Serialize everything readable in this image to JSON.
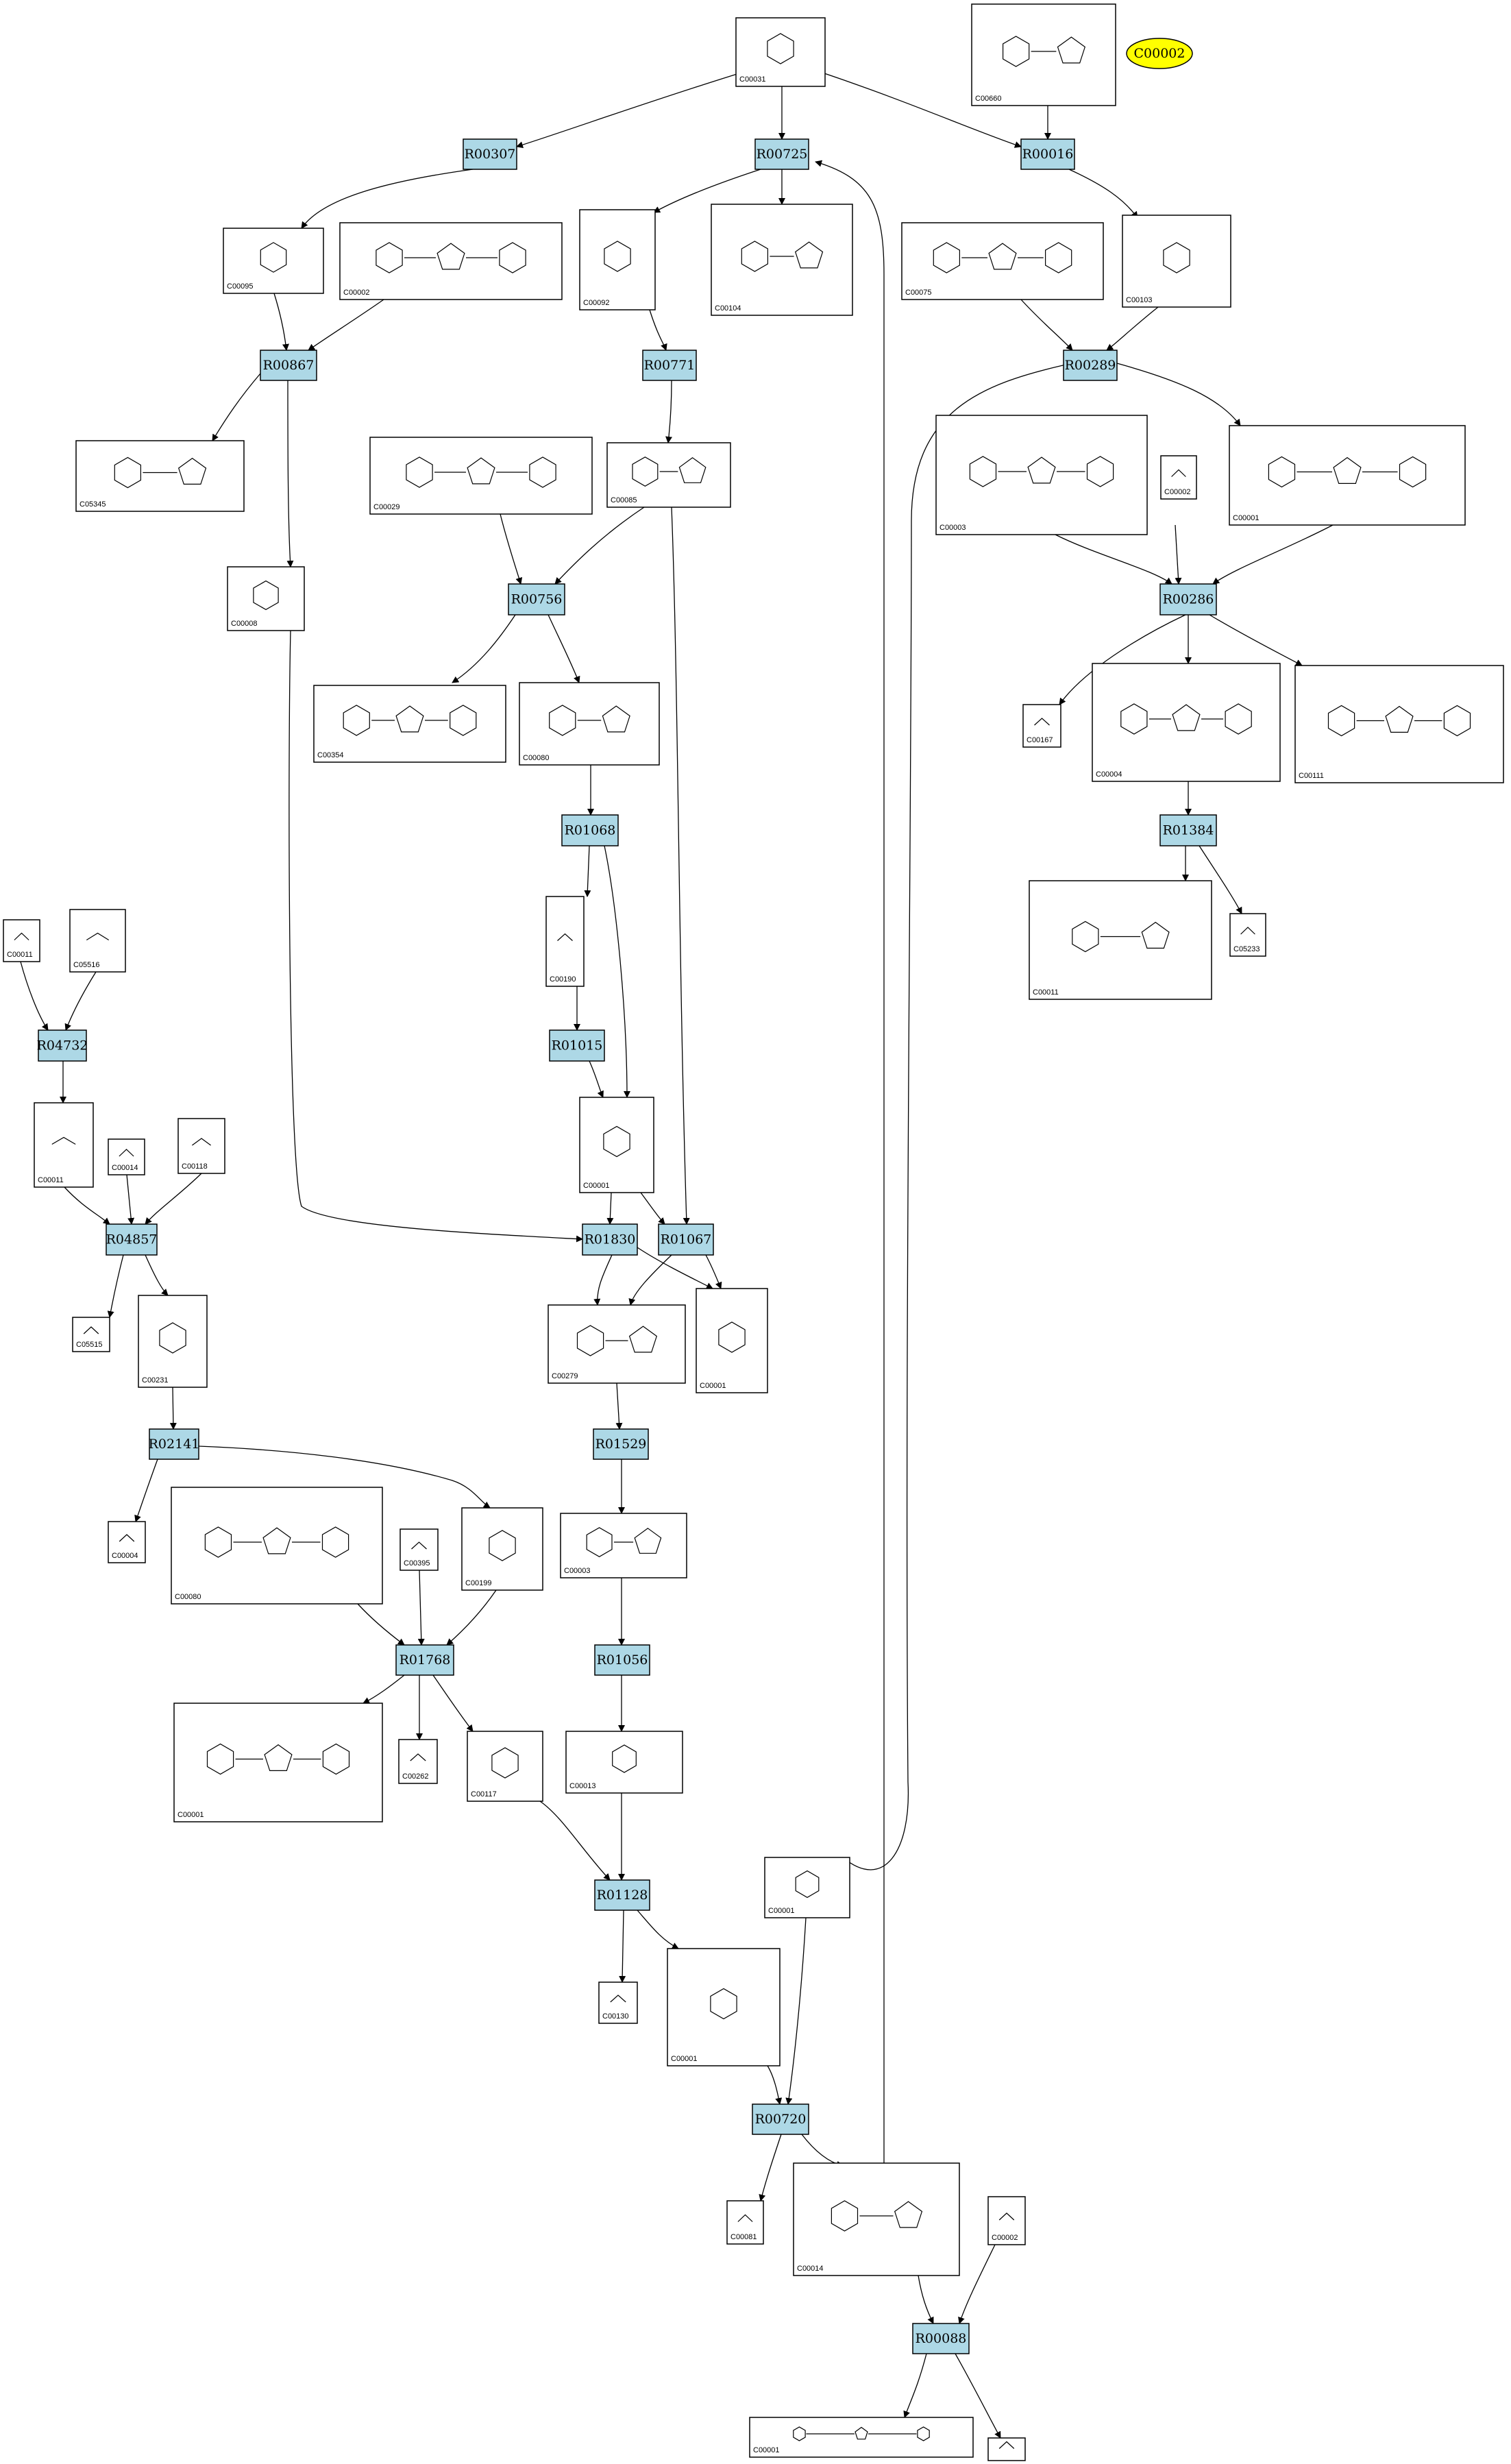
{
  "highlight": {
    "id": "C00002",
    "color": "#ffff00"
  },
  "reactions": [
    "R00307",
    "R00725",
    "R00016",
    "R00867",
    "R00771",
    "R00289",
    "R00756",
    "R00286",
    "R01068",
    "R01384",
    "R04732",
    "R01015",
    "R04857",
    "R01830",
    "R01067",
    "R02141",
    "R01529",
    "R01768",
    "R01056",
    "R01128",
    "R00720",
    "R00088"
  ],
  "compounds": [
    "C00031",
    "C00660",
    "C00095",
    "C00002",
    "C00092",
    "C00104",
    "C00075",
    "C00103",
    "C00003",
    "C00085",
    "C00002",
    "C00001",
    "C00029",
    "C05345",
    "C00008",
    "C00354",
    "C00080",
    "C00167",
    "C00004",
    "C00111",
    "C00190",
    "C00011",
    "C05233",
    "C00011",
    "C05516",
    "C00011",
    "C00014",
    "C00118",
    "C00001",
    "C05515",
    "C00231",
    "C00279",
    "C00001",
    "C00004",
    "C00080",
    "C00395",
    "C00199",
    "C00003",
    "C00001",
    "C00262",
    "C00117",
    "C00013",
    "C00001",
    "C00130",
    "C00001",
    "C00081",
    "C00014",
    "C00002",
    "C00001"
  ],
  "colors": {
    "reaction_fill": "#add8e6",
    "compound_fill": "#ffffff",
    "line": "#000000"
  }
}
